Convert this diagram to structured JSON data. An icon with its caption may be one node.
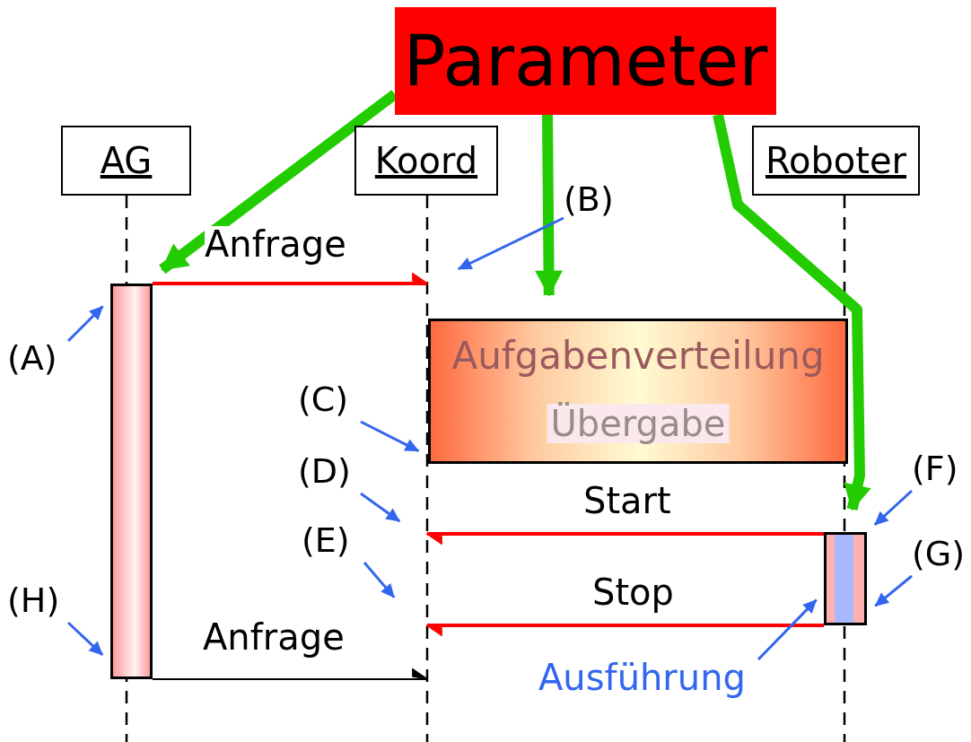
{
  "diagram": {
    "nodes": [
      {
        "text": [
          "Parameter"
        ]
      },
      {
        "text": [
          "AG"
        ]
      },
      {
        "text": [
          "Koord"
        ]
      },
      {
        "text": [
          "Roboter"
        ]
      },
      {
        "text": [],
        "shape": "bar"
      },
      {
        "text": [
          "Aufgabenverteilung",
          "Übergabe"
        ]
      },
      {
        "text": [],
        "shape": "bar"
      },
      {
        "text": [
          "Ausführung"
        ]
      },
      {
        "text": [
          "(A)"
        ]
      },
      {
        "text": [
          "(B)"
        ]
      },
      {
        "text": [
          "(C)"
        ]
      },
      {
        "text": [
          "(D)"
        ]
      },
      {
        "text": [
          "(E)"
        ]
      },
      {
        "text": [
          "(F)"
        ]
      },
      {
        "text": [
          "(G)"
        ]
      },
      {
        "text": [
          "(H)"
        ]
      }
    ],
    "edges": [
      {
        "from": 0,
        "to": 4,
        "arrow": "to",
        "style": "thick",
        "color": "#22cc00"
      },
      {
        "from": 0,
        "to": 5,
        "arrow": "to",
        "style": "thick",
        "color": "#22cc00"
      },
      {
        "from": 0,
        "to": 6,
        "arrow": "to",
        "style": "thick",
        "color": "#22cc00"
      },
      {
        "from": 4,
        "to": null,
        "arrow": "to",
        "label": "Anfrage",
        "color": "#ff0000"
      },
      {
        "from": 6,
        "to": null,
        "arrow": "to",
        "label": "Start",
        "color": "#ff0000"
      },
      {
        "from": 6,
        "to": null,
        "arrow": "to",
        "label": "Stop",
        "color": "#ff0000"
      },
      {
        "from": 4,
        "to": null,
        "arrow": "to",
        "label": "Anfrage",
        "color": "#000000"
      },
      {
        "from": 7,
        "to": 6,
        "arrow": "to"
      },
      {
        "from": 8,
        "to": 4,
        "arrow": "to"
      },
      {
        "from": 9,
        "to": null,
        "arrow": "to"
      },
      {
        "from": 10,
        "to": 5,
        "arrow": "to"
      },
      {
        "from": 11,
        "to": null,
        "arrow": "to"
      },
      {
        "from": 12,
        "to": null,
        "arrow": "to"
      },
      {
        "from": 13,
        "to": 6,
        "arrow": "to"
      },
      {
        "from": 14,
        "to": 6,
        "arrow": "to"
      },
      {
        "from": 15,
        "to": 4,
        "arrow": "to"
      }
    ]
  }
}
